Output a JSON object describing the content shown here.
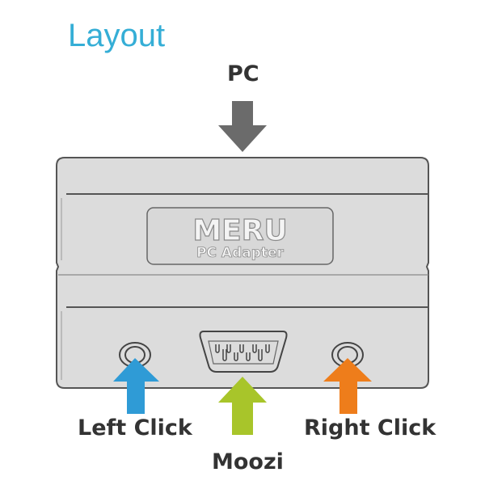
{
  "title": "Layout",
  "device": {
    "brand": "MERU",
    "subtitle": "PC Adapter"
  },
  "labels": {
    "pc": "PC",
    "left_click": "Left Click",
    "moozi": "Moozi",
    "right_click": "Right Click"
  },
  "colors": {
    "title": "#35aed6",
    "pc_arrow": "#6b6b6b",
    "left_click_arrow": "#2f9bd6",
    "moozi_arrow": "#a8c52a",
    "right_click_arrow": "#ee7d1b",
    "device_body": "#dcdcdc",
    "label_text": "#333333"
  }
}
